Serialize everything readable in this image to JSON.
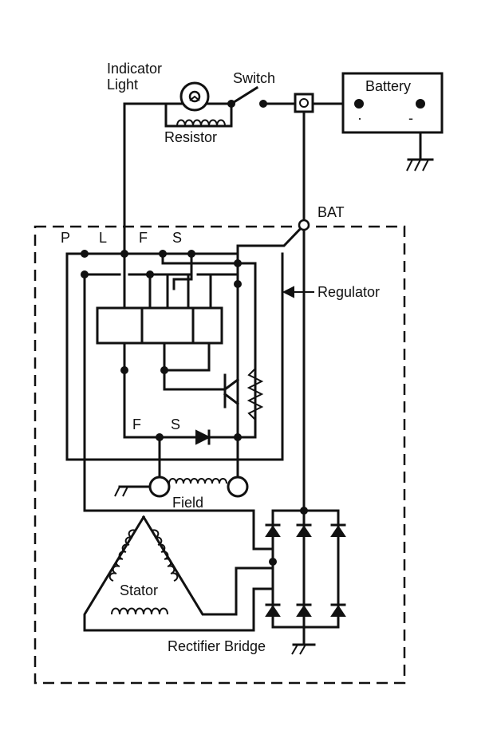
{
  "labels": {
    "indicator_light_1": "Indicator",
    "indicator_light_2": "Light",
    "switch": "Switch",
    "battery": "Battery",
    "battery_pos": "·",
    "battery_neg": "-",
    "resistor": "Resistor",
    "bat_terminal": "BAT",
    "terminal_p": "P",
    "terminal_l": "L",
    "terminal_f": "F",
    "terminal_s": "S",
    "inner_f": "F",
    "inner_s": "S",
    "regulator": "Regulator",
    "field": "Field",
    "stator": "Stator",
    "rectifier_bridge": "Rectifier Bridge"
  }
}
